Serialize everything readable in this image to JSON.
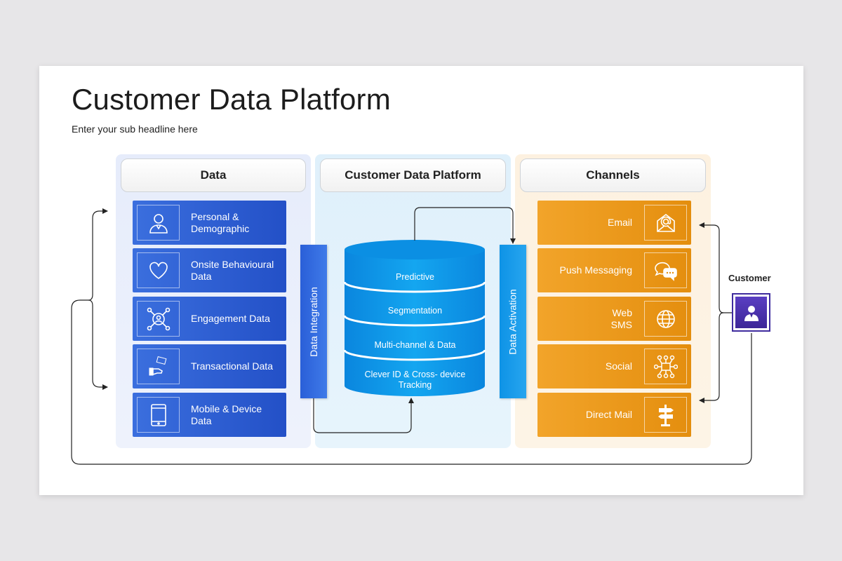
{
  "title": "Customer Data Platform",
  "subtitle": "Enter your sub headline here",
  "panels": {
    "data": "Data",
    "cdp": "Customer Data Platform",
    "channels": "Channels"
  },
  "data_items": [
    {
      "label": "Personal & Demographic",
      "icon": "person-icon"
    },
    {
      "label": "Onsite Behavioural Data",
      "icon": "heart-icon"
    },
    {
      "label": "Engagement Data",
      "icon": "network-icon"
    },
    {
      "label": "Transactional Data",
      "icon": "money-hand-icon"
    },
    {
      "label": "Mobile & Device Data",
      "icon": "tablet-icon"
    }
  ],
  "integration_label": "Data Integration",
  "activation_label": "Data Activation",
  "database_layers": [
    "Predictive",
    "Segmentation",
    "Multi-channel & Data",
    "Clever ID & Cross- device Tracking"
  ],
  "channels": [
    {
      "label": "Email",
      "icon": "email-icon"
    },
    {
      "label": "Push Messaging",
      "icon": "chat-icon"
    },
    {
      "label": "Web\nSMS",
      "icon": "globe-icon"
    },
    {
      "label": "Social",
      "icon": "social-network-icon"
    },
    {
      "label": "Direct Mail",
      "icon": "signpost-icon"
    }
  ],
  "customer": {
    "label": "Customer",
    "icon": "user-icon"
  },
  "colors": {
    "blue_card": "#2350c7",
    "orange_card": "#e48e0e",
    "integration_bar": "#2a5fd8",
    "activation_bar": "#0e93e6",
    "database": "#0a96e8",
    "customer": "#3c2698"
  }
}
